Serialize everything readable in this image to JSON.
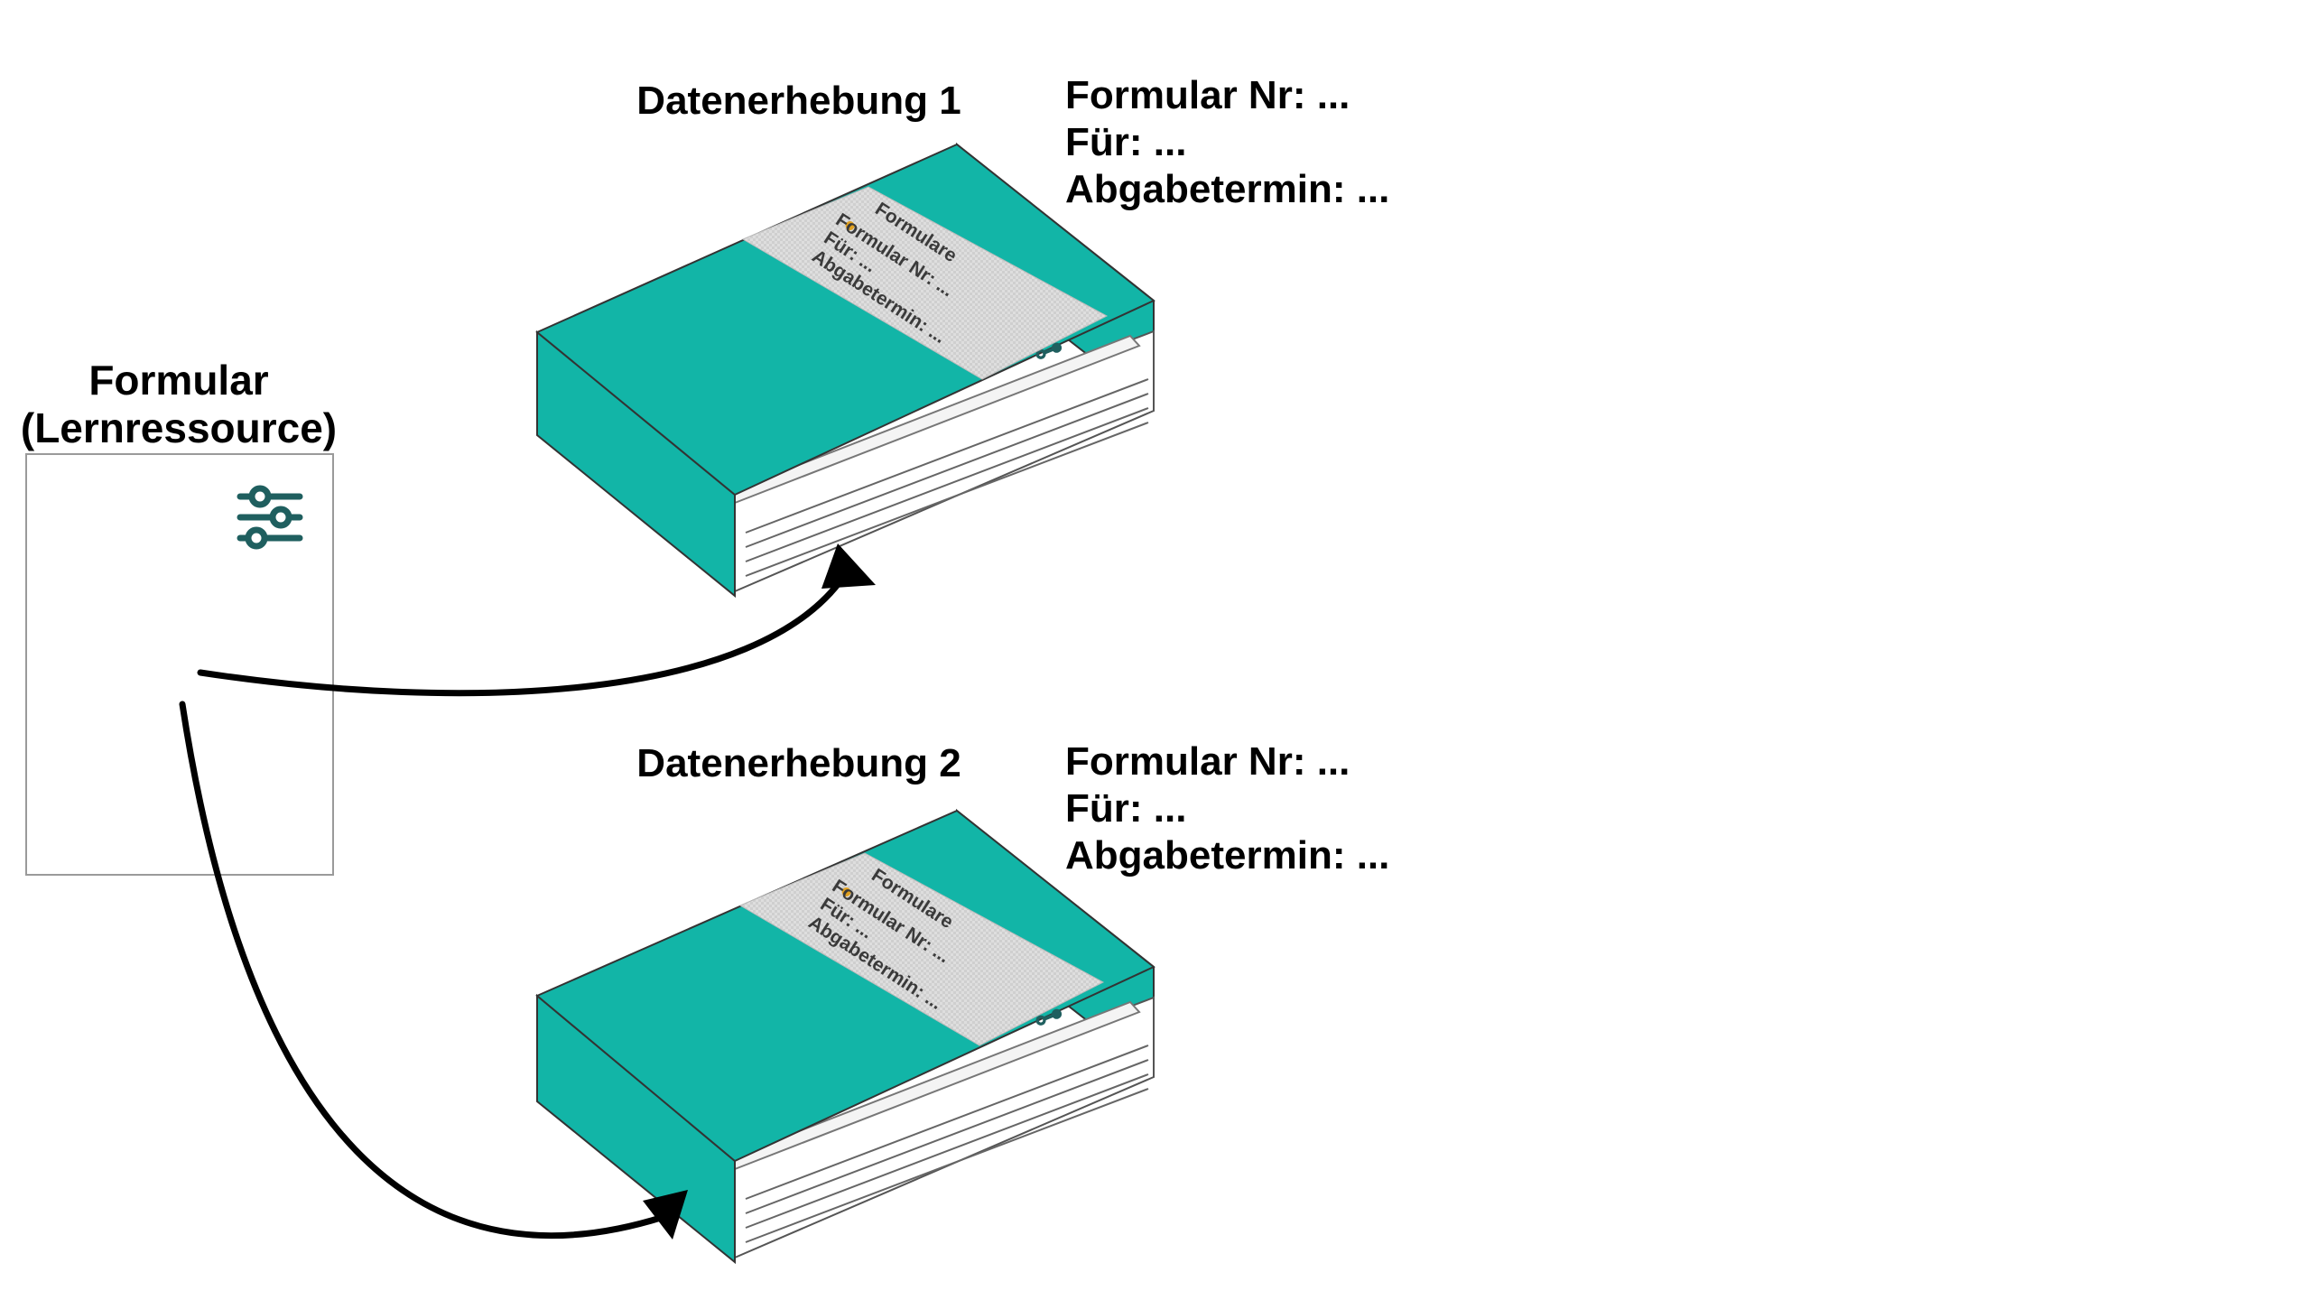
{
  "resource": {
    "title_line1": "Formular",
    "title_line2": "(Lernressource)",
    "icon": "sliders-icon"
  },
  "collections": [
    {
      "title": "Datenerhebung 1",
      "info_lines": [
        "Formular Nr: ...",
        "Für: ...",
        "Abgabetermin: ..."
      ],
      "cover_lines": [
        "Formulare",
        "Formular Nr: ...",
        "Für: ...",
        "Abgabetermin: ..."
      ]
    },
    {
      "title": "Datenerhebung 2",
      "info_lines": [
        "Formular Nr: ...",
        "Für: ...",
        "Abgabetermin: ..."
      ],
      "cover_lines": [
        "Formulare",
        "Formular Nr: ...",
        "Für: ...",
        "Abgabetermin: ..."
      ]
    }
  ],
  "colors": {
    "box_teal": "#12b5a7",
    "icon_teal": "#1f5f5f",
    "arrow": "#000000",
    "label_paper": "#dcdcdc",
    "dot": "#e0a020"
  }
}
